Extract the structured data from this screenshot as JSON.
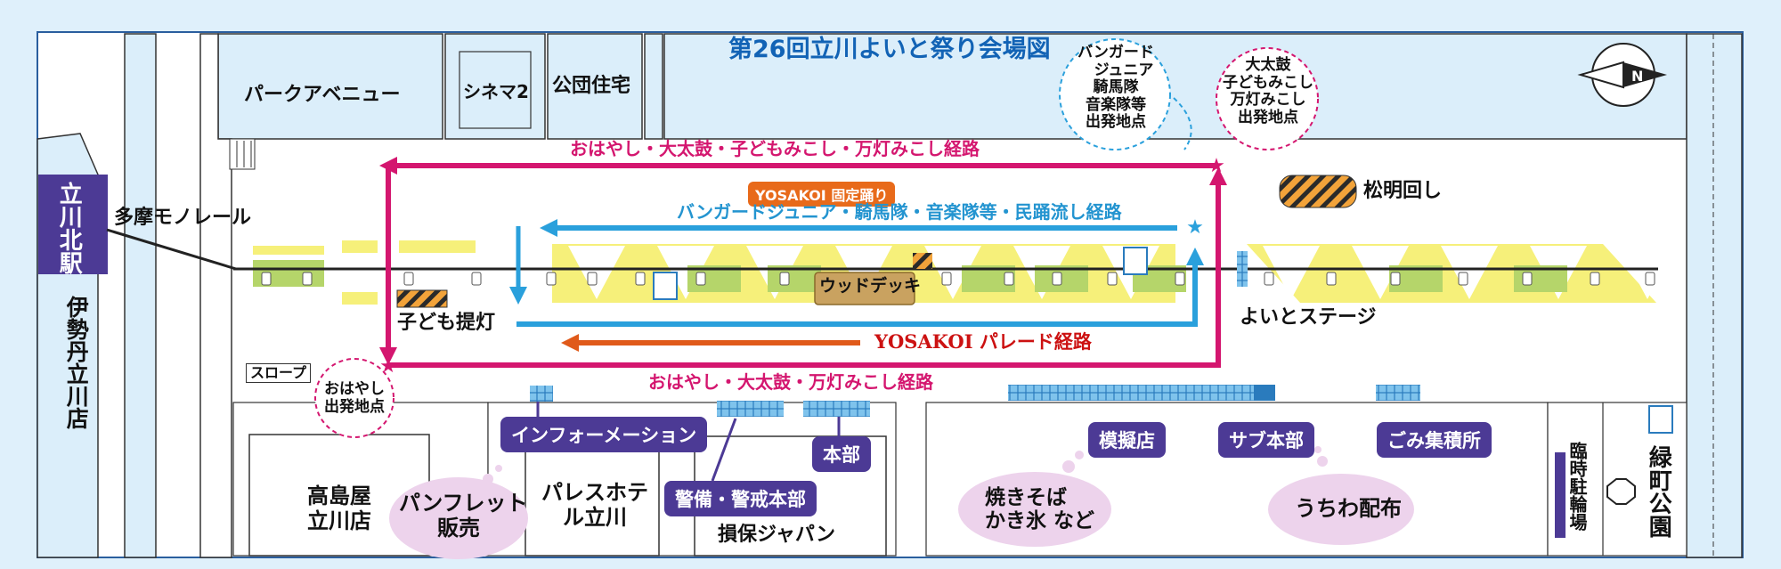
{
  "title": "第26回立川よいと祭り会場図",
  "colors": {
    "festival_route": "#d4166f",
    "parade_route": "#2aa0dc",
    "yosakoi_route": "#e05a1a",
    "street_zone": "#f6f07a",
    "green_zone": "#b5d56a",
    "station_badge": "#4c3a95",
    "booth": "#6cb6e6",
    "bubble": "#edd3ec"
  },
  "buildings": {
    "park_avenue": "パークアベニュー",
    "cinema2": "シネマ2",
    "public_housing": "公団住宅",
    "tachikawa_kita_station": "立川北駅",
    "isetan": "伊勢丹立川店",
    "takashimaya": "高島屋立川店",
    "palace_hotel": "パレスホテル立川",
    "sompo_japan": "損保ジャパン",
    "midoricho_park": "緑町公園",
    "temp_bike_parking": "臨時駐輪場"
  },
  "labels": {
    "monorail": "多摩モノレール",
    "slope": "スロープ",
    "wood_deck": "ウッドデッキ",
    "children_lanterns": "子ども提灯",
    "torch_spinning": "松明回し",
    "yoito_stage": "よいとステージ",
    "yosakoi_fixed": "YOSAKOI 固定踊り"
  },
  "routes": {
    "top_route": "おはやし・大太鼓・子どもみこし・万灯みこし経路",
    "parade_route": "バンガードジュニア・騎馬隊・音楽隊等・民踊流し経路",
    "yosakoi_route": "YOSAKOI パレード経路",
    "bottom_route": "おはやし・大太鼓・万灯みこし経路"
  },
  "departure_points": {
    "vanguard": [
      "バンガード",
      "ジュニア",
      "騎馬隊",
      "音楽隊等",
      "出発地点"
    ],
    "taiko": [
      "大太鼓",
      "子どもみこし",
      "万灯みこし",
      "出発地点"
    ],
    "ohayashi": [
      "おはやし",
      "出発地点"
    ]
  },
  "facilities": {
    "information": "インフォーメーション",
    "headquarters": "本部",
    "security_hq": "警備・警戒本部",
    "mock_stalls": "模擬店",
    "sub_hq": "サブ本部",
    "garbage": "ごみ集積所"
  },
  "bubbles": {
    "pamphlet": [
      "パンフレット",
      "販売"
    ],
    "yakisoba": [
      "焼きそば",
      "かき氷 など"
    ],
    "uchiwa": "うちわ配布"
  },
  "icons": {
    "compass": "north-compass-icon",
    "restroom": "restroom-icon"
  }
}
